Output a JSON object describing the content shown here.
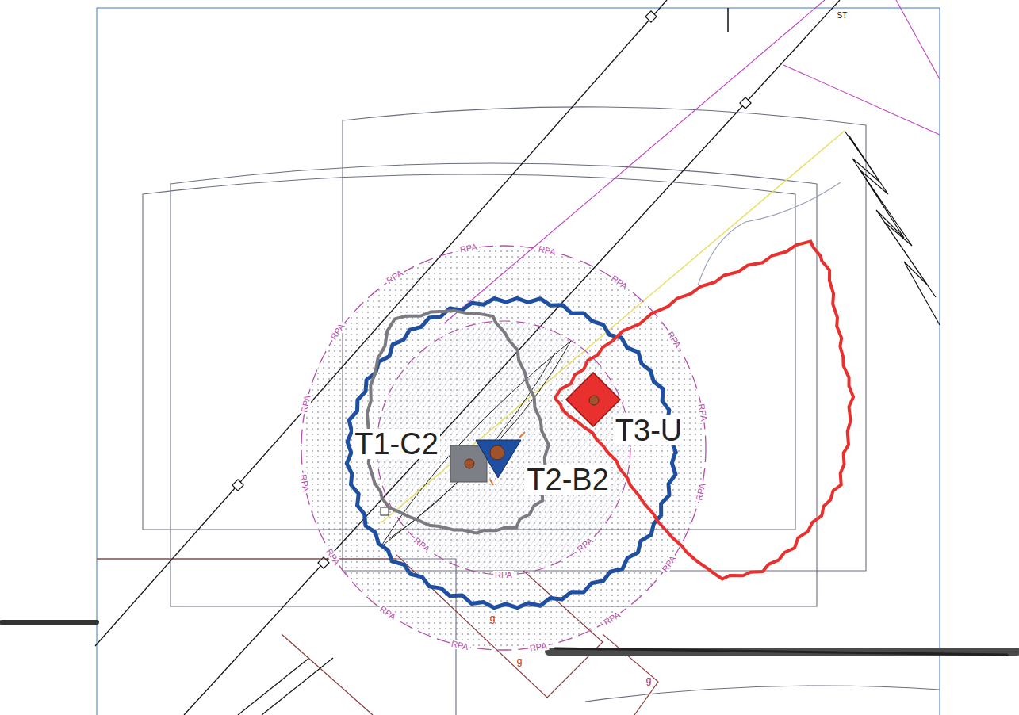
{
  "diagram": {
    "labels": [
      "ST",
      "T1-C2",
      "T2-B2",
      "T3-U",
      "RPA",
      "RPA",
      "RPA",
      "RPA",
      "RPA",
      "RPA",
      "RPA",
      "RPA",
      "RPA",
      "RPA",
      "RPA",
      "RPA",
      "RPA",
      "RPA",
      "RPA",
      "RPA",
      "RPA",
      "RPA",
      "RPA",
      "g",
      "g",
      "g"
    ]
  }
}
